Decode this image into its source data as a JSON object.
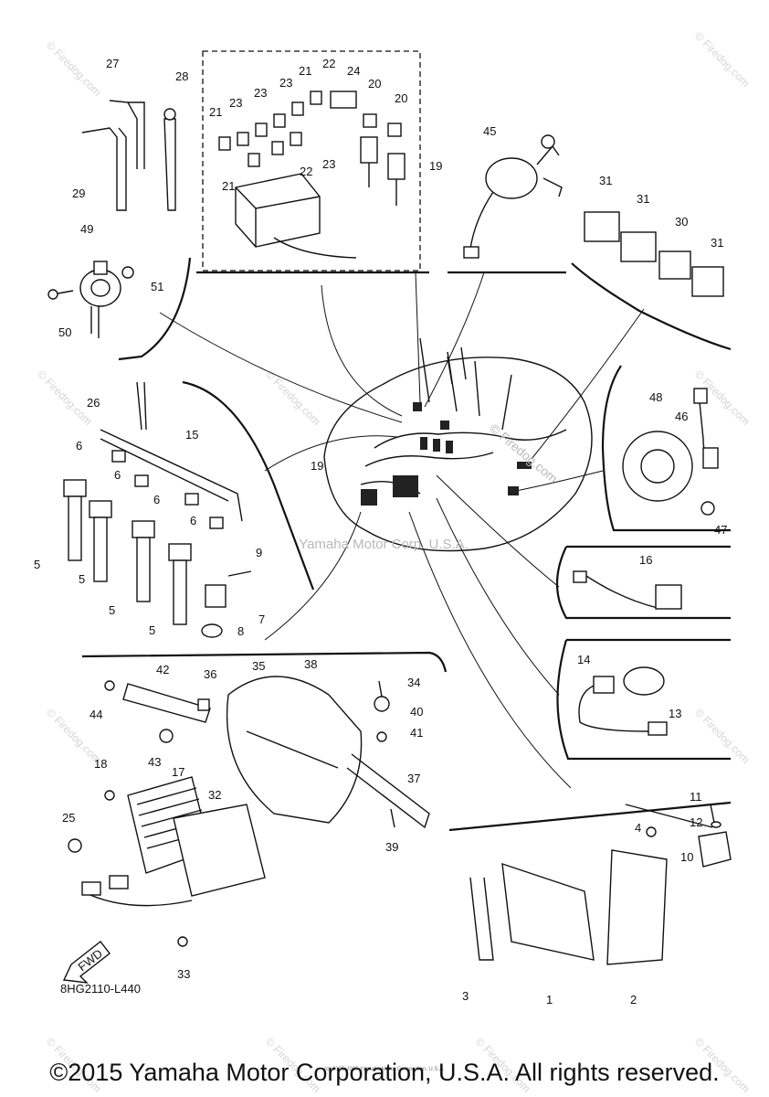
{
  "diagram": {
    "part_numbers": [
      "1",
      "2",
      "3",
      "4",
      "5",
      "6",
      "7",
      "8",
      "9",
      "10",
      "11",
      "12",
      "13",
      "14",
      "15",
      "16",
      "17",
      "18",
      "19",
      "20",
      "21",
      "22",
      "23",
      "24",
      "25",
      "26",
      "27",
      "28",
      "29",
      "30",
      "31",
      "32",
      "33",
      "34",
      "35",
      "36",
      "37",
      "38",
      "39",
      "40",
      "41",
      "42",
      "43",
      "44",
      "45",
      "46",
      "47",
      "48",
      "49",
      "50",
      "51"
    ],
    "diagram_code": "8HG2110-L440",
    "fwd_label": "FWD",
    "watermark_center": "Yamaha Motor Corp. U.S.A.",
    "watermark_tile": "© Firedog.com",
    "small_copyright": "(c) 2005-2015 Yamaha Motor Corporation, U.S.A."
  },
  "footer": {
    "copyright": "©2015 Yamaha Motor Corporation, U.S.A. All rights reserved."
  }
}
